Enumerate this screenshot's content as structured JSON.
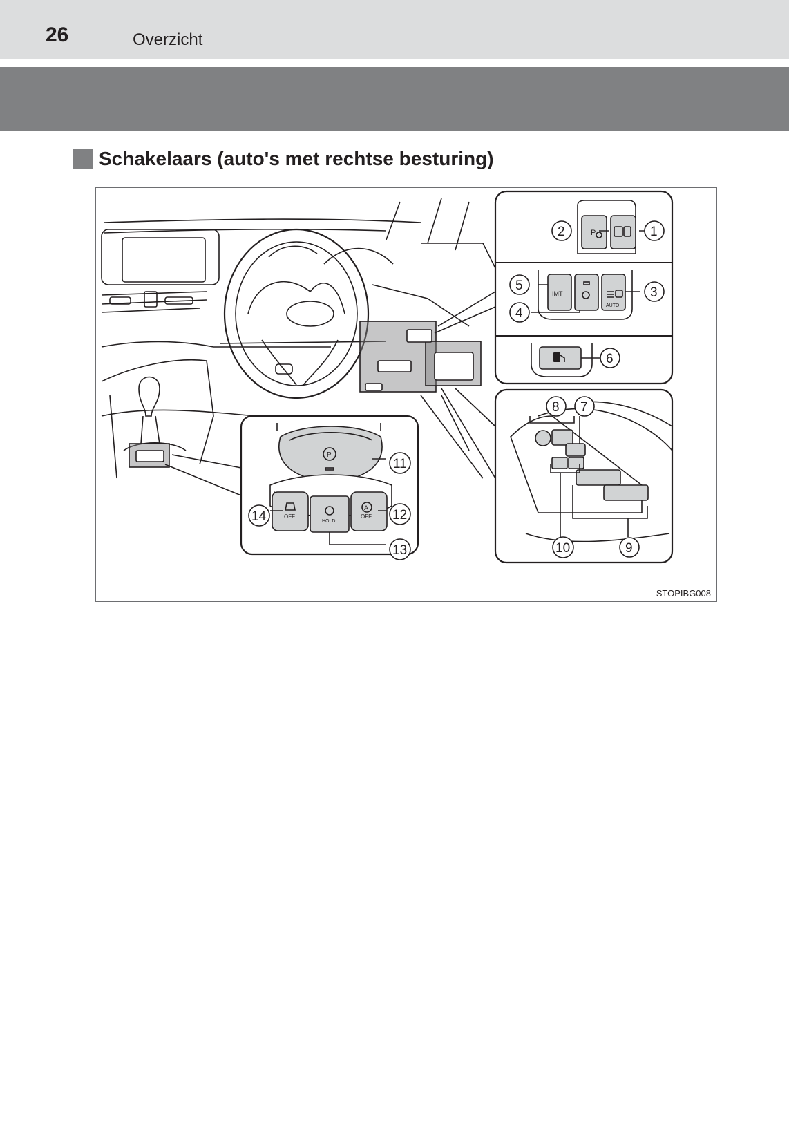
{
  "header": {
    "page_number": "26",
    "chapter": "Overzicht"
  },
  "section": {
    "title": "Schakelaars (auto's met rechtse besturing)"
  },
  "figure": {
    "image_id": "STOPIBG008",
    "callouts": [
      "1",
      "2",
      "3",
      "4",
      "5",
      "6",
      "7",
      "8",
      "9",
      "10",
      "11",
      "12",
      "13",
      "14"
    ],
    "button_labels": {
      "imt": "IMT",
      "auto": "AUTO",
      "off": "OFF",
      "hold": "HOLD",
      "park": "P",
      "auto_hold_a": "A"
    }
  }
}
